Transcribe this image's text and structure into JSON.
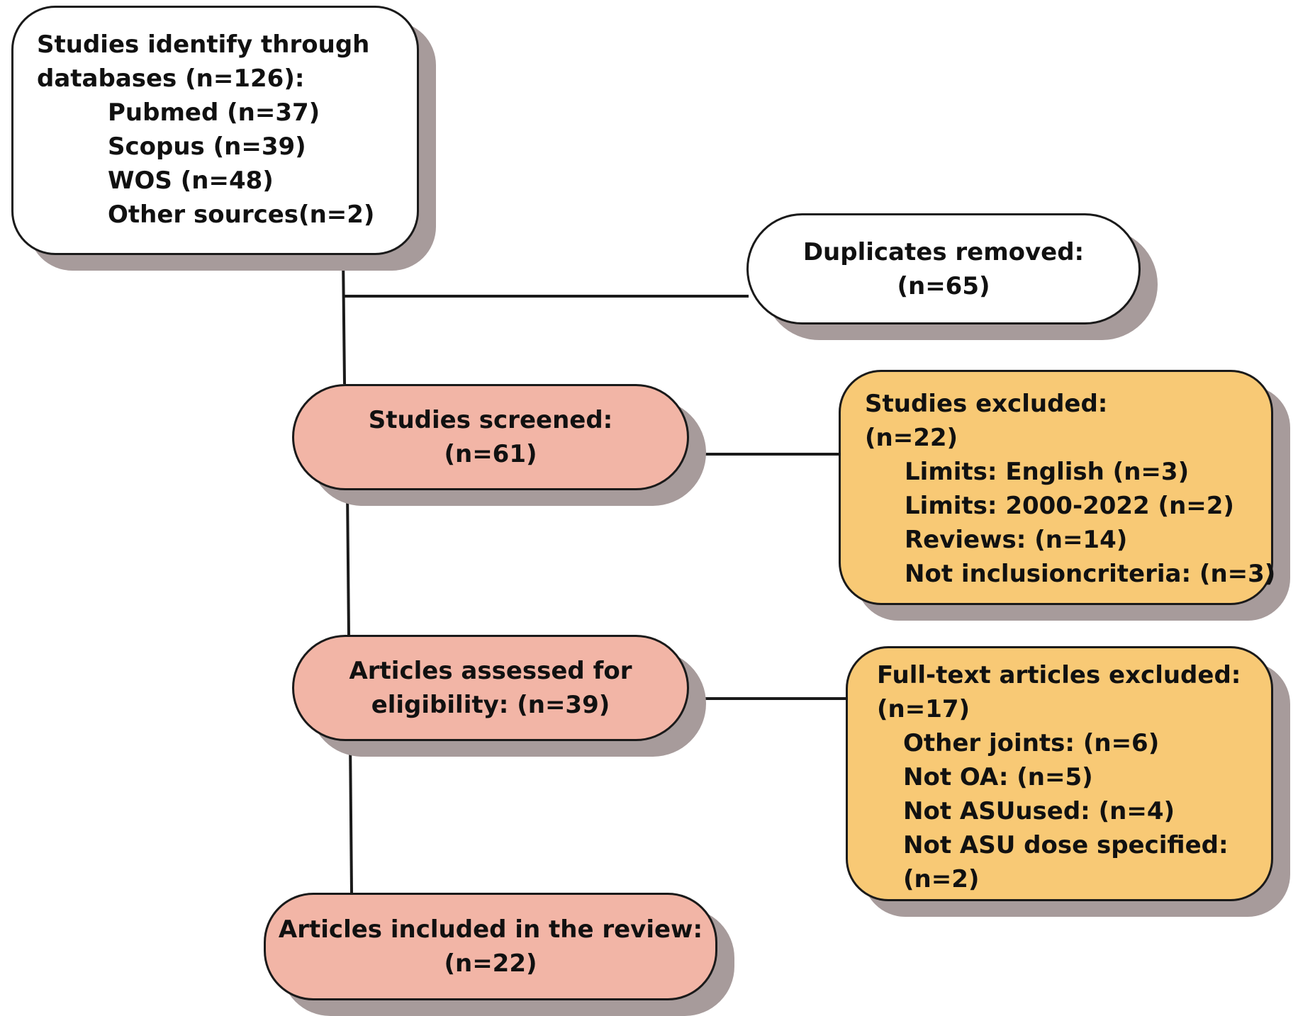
{
  "identification": {
    "title_line1": "Studies identify through",
    "title_line2": "databases (n=126):",
    "sources": [
      "Pubmed (n=37)",
      "Scopus (n=39)",
      "WOS (n=48)",
      "Other sources(n=2)"
    ]
  },
  "duplicates": {
    "title": "Duplicates removed:",
    "count": "(n=65)"
  },
  "screened": {
    "title": "Studies screened:",
    "count": "(n=61)"
  },
  "excluded": {
    "title": "Studies excluded:",
    "count": "(n=22)",
    "reasons": [
      "Limits: English (n=3)",
      "Limits: 2000-2022 (n=2)",
      "Reviews: (n=14)",
      "Not inclusioncriteria: (n=3)"
    ]
  },
  "eligibility": {
    "title_line1": "Articles assessed for",
    "title_line2": "eligibility: (n=39)"
  },
  "fulltext_excluded": {
    "title": "Full-text articles excluded:",
    "count": "(n=17)",
    "reasons": [
      "Other joints: (n=6)",
      "Not OA: (n=5)",
      "Not ASUused: (n=4)",
      "Not ASU dose specified:",
      "(n=2)"
    ]
  },
  "included": {
    "title": "Articles included in the review:",
    "count": "(n=22)"
  },
  "colors": {
    "white_box": "#ffffff",
    "pink_box": "#f2b5a6",
    "gold_box": "#f8c975",
    "shadow": "#a79b9b",
    "line": "#1a1a1a"
  }
}
